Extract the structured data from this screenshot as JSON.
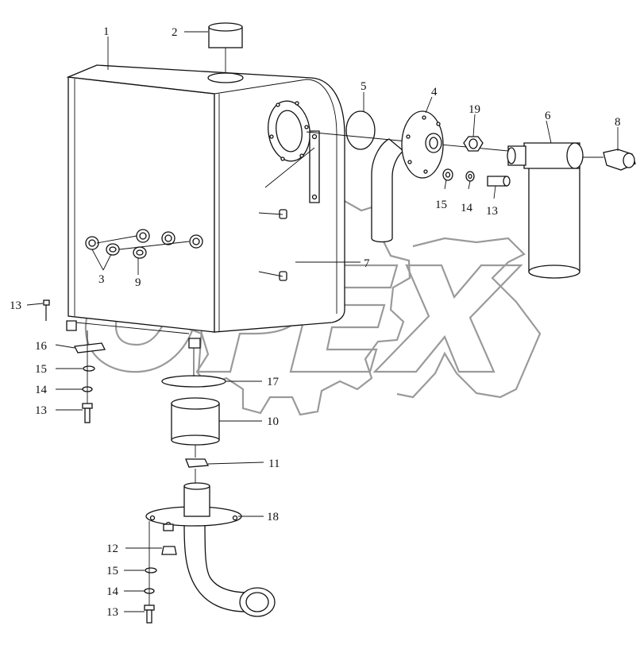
{
  "diagram": {
    "watermark": "OPEX",
    "callouts": [
      {
        "id": "c1",
        "label": "1"
      },
      {
        "id": "c2",
        "label": "2"
      },
      {
        "id": "c3",
        "label": "3"
      },
      {
        "id": "c4",
        "label": "4"
      },
      {
        "id": "c5",
        "label": "5"
      },
      {
        "id": "c6",
        "label": "6"
      },
      {
        "id": "c7",
        "label": "7"
      },
      {
        "id": "c8",
        "label": "8"
      },
      {
        "id": "c9",
        "label": "9"
      },
      {
        "id": "c10",
        "label": "10"
      },
      {
        "id": "c11",
        "label": "11"
      },
      {
        "id": "c12",
        "label": "12"
      },
      {
        "id": "c13a",
        "label": "13"
      },
      {
        "id": "c13b",
        "label": "13"
      },
      {
        "id": "c13c",
        "label": "13"
      },
      {
        "id": "c13d",
        "label": "13"
      },
      {
        "id": "c14a",
        "label": "14"
      },
      {
        "id": "c14b",
        "label": "14"
      },
      {
        "id": "c14c",
        "label": "14"
      },
      {
        "id": "c15a",
        "label": "15"
      },
      {
        "id": "c15b",
        "label": "15"
      },
      {
        "id": "c15c",
        "label": "15"
      },
      {
        "id": "c16",
        "label": "16"
      },
      {
        "id": "c17",
        "label": "17"
      },
      {
        "id": "c18",
        "label": "18"
      },
      {
        "id": "c19",
        "label": "19"
      }
    ]
  }
}
